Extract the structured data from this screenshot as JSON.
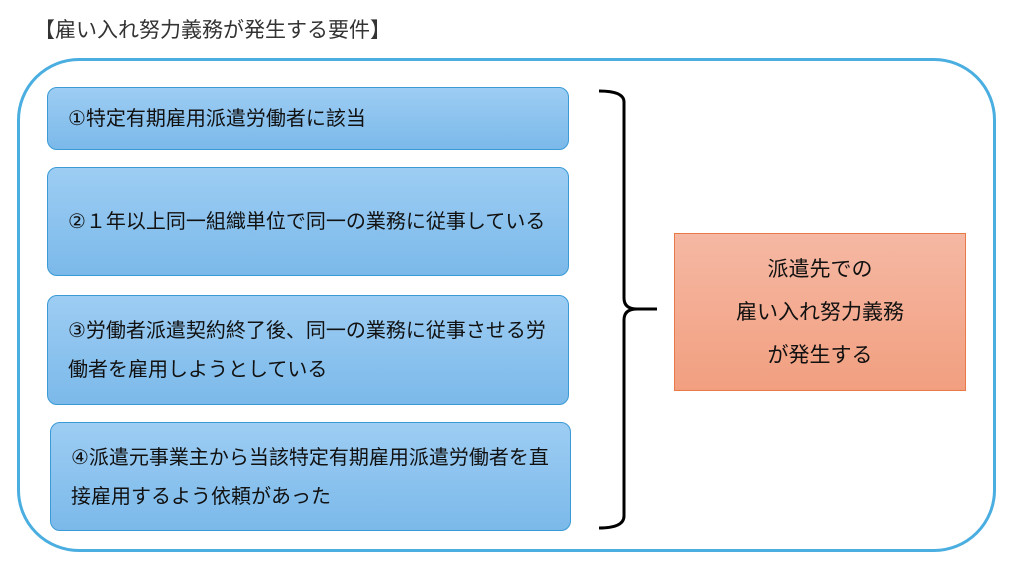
{
  "title": "【雇い入れ努力義務が発生する要件】",
  "requirements": [
    {
      "text": "①特定有期雇用派遣労働者に該当"
    },
    {
      "text": "②１年以上同一組織単位で同一の業務に従事している"
    },
    {
      "text": "③労働者派遣契約終了後、同一の業務に従事させる労働者を雇用しようとしている"
    },
    {
      "text": "④派遣元事業主から当該特定有期雇用派遣労働者を直接雇用するよう依頼があった"
    }
  ],
  "result": {
    "lines": [
      "派遣先での",
      "雇い入れ努力義務",
      "が発生する"
    ]
  },
  "colors": {
    "frame": "#4aaee0",
    "requirement_fill": "#8cc3ee",
    "result_fill": "#f3ab90"
  }
}
